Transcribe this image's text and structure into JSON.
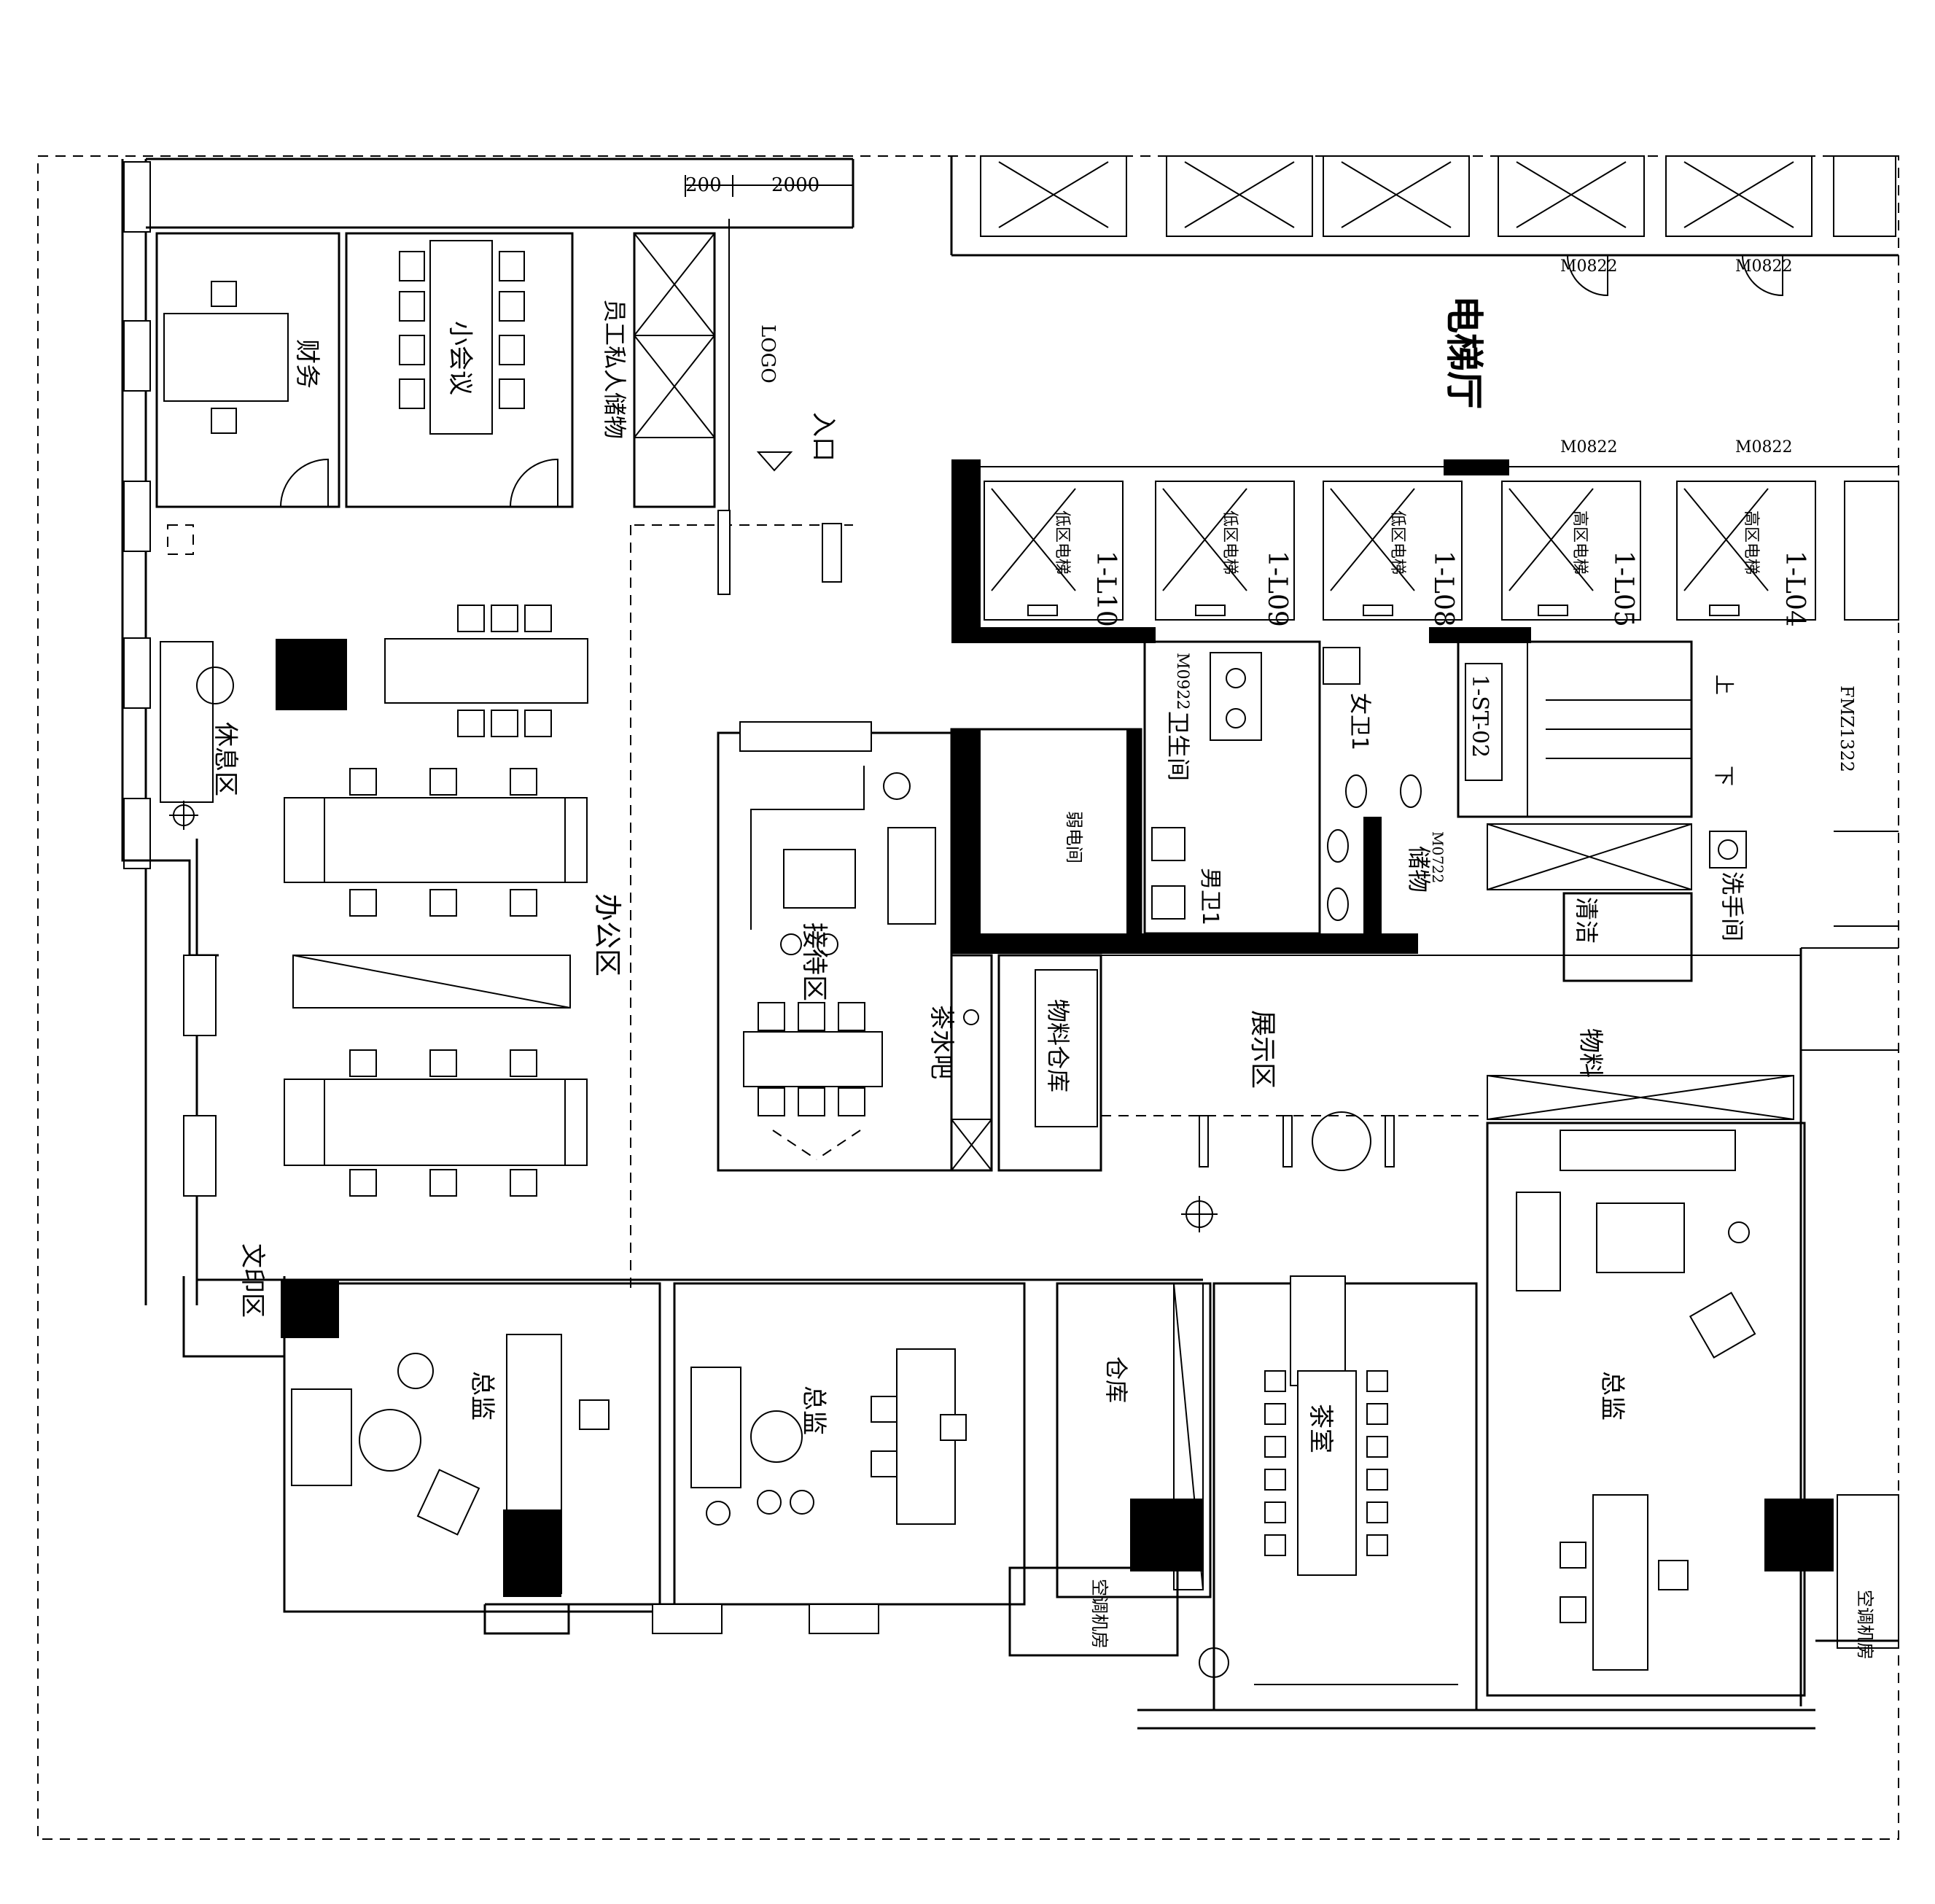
{
  "labels": {
    "elevator_hall": "电梯厅",
    "finance": "财务",
    "small_meeting": "小会议",
    "staff_storage": "员工私人储物",
    "logo": "LOGO",
    "entrance": "入口",
    "rest_area": "休息区",
    "office_area": "办公区",
    "reception": "接待区",
    "tea_bar": "茶水吧",
    "material_warehouse": "物料仓库",
    "weak_electric": "弱电间",
    "restroom": "卫生间",
    "female_wc": "女卫1",
    "male_wc": "男卫1",
    "storage": "储物",
    "cleaning": "清洁",
    "washroom": "洗手间",
    "display": "展示区",
    "materials": "物料",
    "print_area": "文印区",
    "director_1": "总监",
    "director_2": "总监",
    "director_3": "总监",
    "warehouse": "仓库",
    "tea_room": "茶室",
    "ac_room_1": "空调机房",
    "ac_room_2": "空调机房",
    "up": "上",
    "down": "下"
  },
  "dims": {
    "d1": "200",
    "d2": "2000"
  },
  "door_codes": {
    "m1": "M0822",
    "m2": "M0822",
    "m3": "M0822",
    "m4": "M0822",
    "restroom_door": "M0922",
    "storage_door": "M0722",
    "fire_door": "FMZ1322"
  },
  "elevators": [
    {
      "code": "1-L10",
      "zone": "低区电梯"
    },
    {
      "code": "1-L09",
      "zone": "低区电梯"
    },
    {
      "code": "1-L08",
      "zone": "低区电梯"
    },
    {
      "code": "1-L05",
      "zone": "高区电梯"
    },
    {
      "code": "1-L04",
      "zone": "高区电梯"
    }
  ],
  "stair_code": "1-ST-02"
}
